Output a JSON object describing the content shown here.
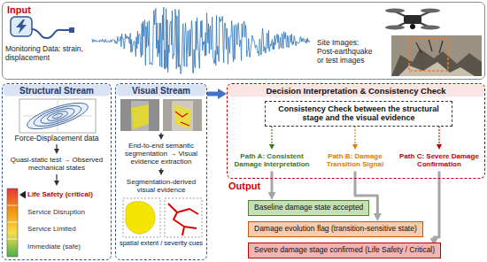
{
  "diagram": {
    "nodes": [
      {
        "text": [
          "Input"
        ]
      },
      {
        "text": [
          "Structural Stream"
        ]
      },
      {
        "text": [
          "Visual Stream"
        ]
      },
      {
        "text": [
          "Decision Interpretation & Consistency Check"
        ]
      },
      {
        "text": [
          "Consistency Check between the structural stage and the visual evidence"
        ],
        "in": 3
      },
      {
        "text": [
          "Baseline damage state accepted"
        ]
      },
      {
        "text": [
          "Damage evolution flag (transition-sensitive state)"
        ]
      },
      {
        "text": [
          "Severe damage stage confirmed (Life Safety / Critical)"
        ]
      }
    ],
    "edges": [
      {
        "from": 2,
        "to": 3,
        "arrow": "to"
      }
    ],
    "labels": [
      "Monitoring Data: strain, displacement",
      "Site Images: Post-earthquake or test images",
      "Force-Displacement data",
      "Quasi-static test → Observed mechanical states",
      "Life Safety (critical)",
      "Service Disruption",
      "Service Limited",
      "Immediate (safe)",
      "End-to-end semantic segmentation → Visual evidence extraction",
      "Segmentation-derived visual evidence",
      "spatial extent / severity cues",
      "Path A: Consistent Damage Interpretation",
      "Path B: Damage Transition Signal",
      "Path C: Severe Damage Confirmation",
      "Output"
    ]
  }
}
